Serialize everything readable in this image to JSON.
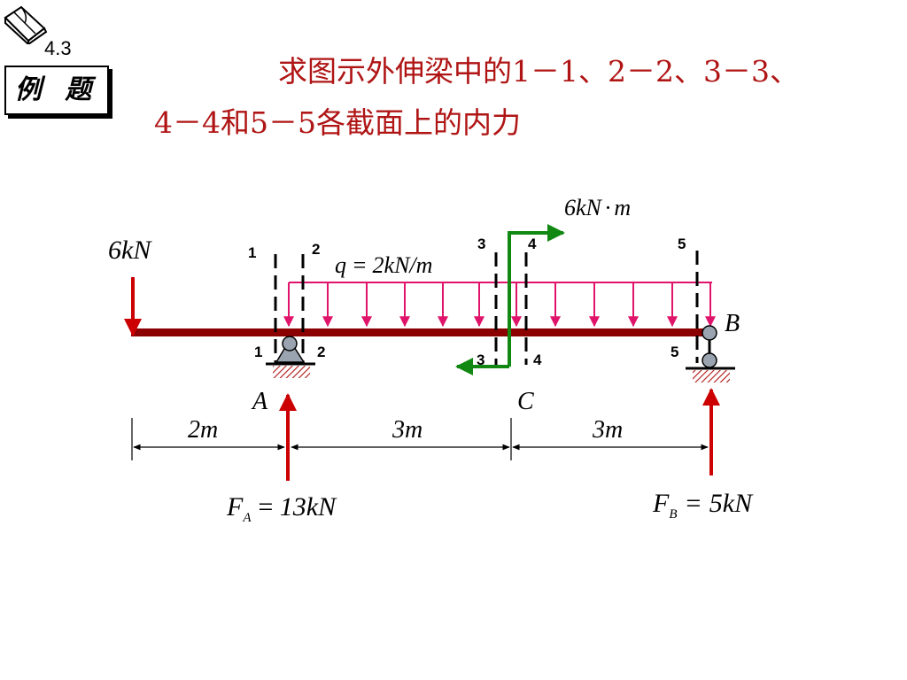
{
  "header": {
    "section_number": "4.3",
    "badge_label": "例 题",
    "title_line1": "求图示外伸梁中的1－1、2－2、3－3、",
    "title_line2": "4－4和5－5各截面上的内力"
  },
  "diagram": {
    "load_point": {
      "value": "6",
      "unit": "kN"
    },
    "moment": {
      "value": "6",
      "unit_a": "kN",
      "dot": "·",
      "unit_b": "m"
    },
    "distributed": {
      "symbol": "q",
      "eq": "=",
      "value": "2",
      "unit": "kN/m"
    },
    "sections_top": [
      "1",
      "2",
      "3",
      "4",
      "5"
    ],
    "sections_bottom": [
      "1",
      "2",
      "3",
      "4",
      "5"
    ],
    "points": {
      "A": "A",
      "B": "B",
      "C": "C"
    },
    "dimensions": [
      {
        "value": "2",
        "unit": "m"
      },
      {
        "value": "3",
        "unit": "m"
      },
      {
        "value": "3",
        "unit": "m"
      }
    ],
    "reaction_A": {
      "symbol": "F",
      "sub": "A",
      "eq": "=",
      "value": "13",
      "unit": "kN"
    },
    "reaction_B": {
      "symbol": "F",
      "sub": "B",
      "eq": "=",
      "value": "5",
      "unit": "kN"
    }
  },
  "colors": {
    "beam": "#8b0000",
    "distributed_load": "#e0136a",
    "force_arrows": "#cc0000",
    "moment": "#118811",
    "title": "#b01515"
  }
}
